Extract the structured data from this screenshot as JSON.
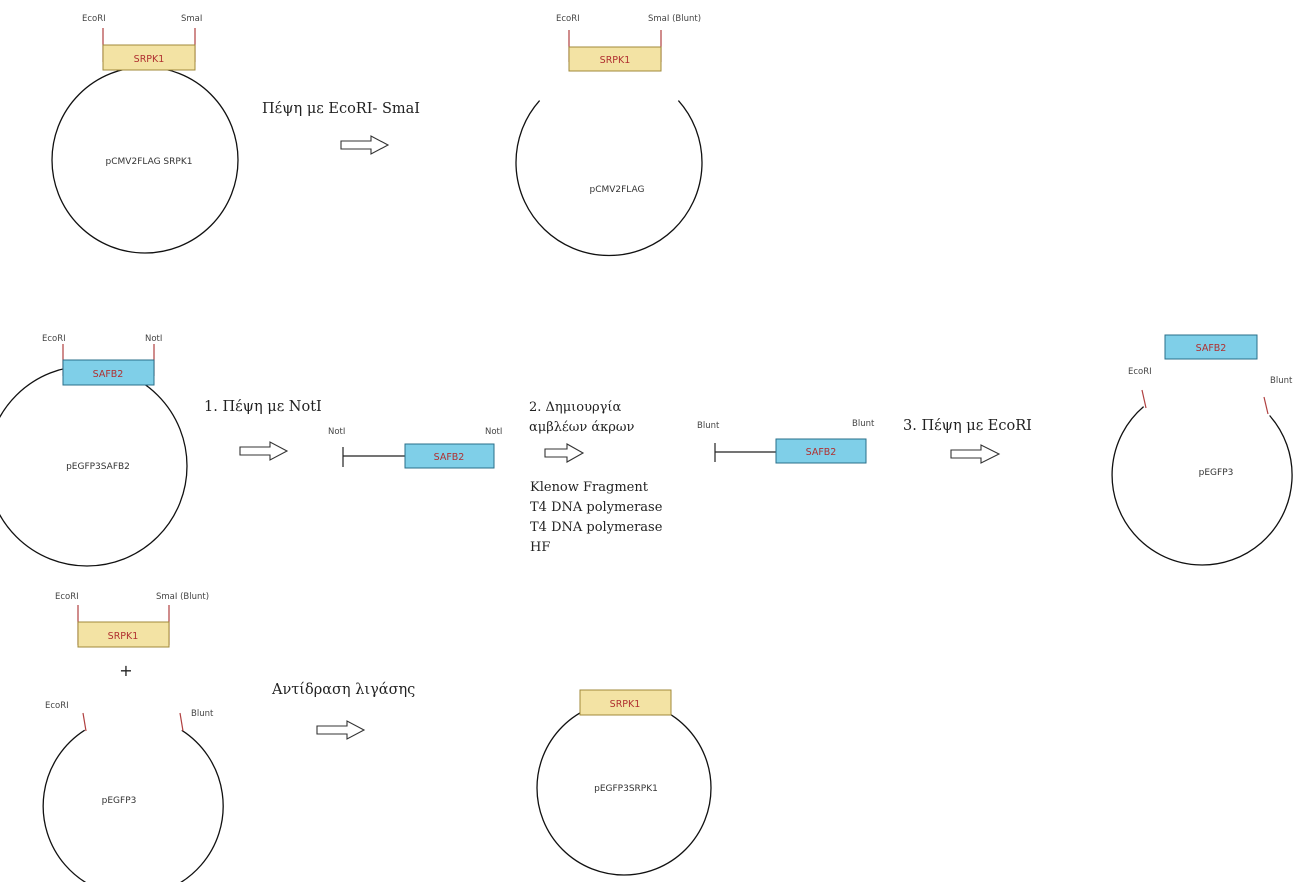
{
  "colors": {
    "srpk1_box": "#f3e3a4",
    "safb2_box": "#7fcfe8",
    "gene_text": "#b03030"
  },
  "panel1": {
    "plasmid_label": "pCMV2FLAG SRPK1",
    "insert_label": "SRPK1",
    "site_left": "EcoRI",
    "site_right": "SmaI",
    "step_label": "Πέψη με EcoRI- SmaI",
    "result_plasmid_label": "pCMV2FLAG",
    "result_insert_label": "SRPK1",
    "result_site_left": "EcoRI",
    "result_site_right": "SmaI (Blunt)"
  },
  "panel2": {
    "plasmid_label": "pEGFP3SAFB2",
    "insert_label": "SAFB2",
    "site_left": "EcoRI",
    "site_right": "NotI",
    "step1_label": "1. Πέψη με NotI",
    "fragment1_insert": "SAFB2",
    "fragment1_left": "NotI",
    "fragment1_right": "NotI",
    "step2_line1": "2. Δημιουργία",
    "step2_line2": "αμβλέων άκρων",
    "enzymes": [
      "Klenow Fragment",
      "T4 DNA polymerase",
      "T4 DNA polymerase",
      "HF"
    ],
    "fragment2_insert": "SAFB2",
    "fragment2_left": "Blunt",
    "fragment2_right": "Blunt",
    "step3_label": "3. Πέψη με EcoRI",
    "result_insert_label": "SAFB2",
    "result_site_left": "EcoRI",
    "result_site_right": "Blunt",
    "result_plasmid_label": "pEGFP3"
  },
  "panel3": {
    "insert_label": "SRPK1",
    "insert_site_left": "EcoRI",
    "insert_site_right": "SmaI (Blunt)",
    "plus": "+",
    "vector_site_left": "EcoRI",
    "vector_site_right": "Blunt",
    "vector_label": "pEGFP3",
    "step_label": "Αντίδραση λιγάσης",
    "result_insert_label": "SRPK1",
    "result_plasmid_label": "pEGFP3SRPK1"
  }
}
